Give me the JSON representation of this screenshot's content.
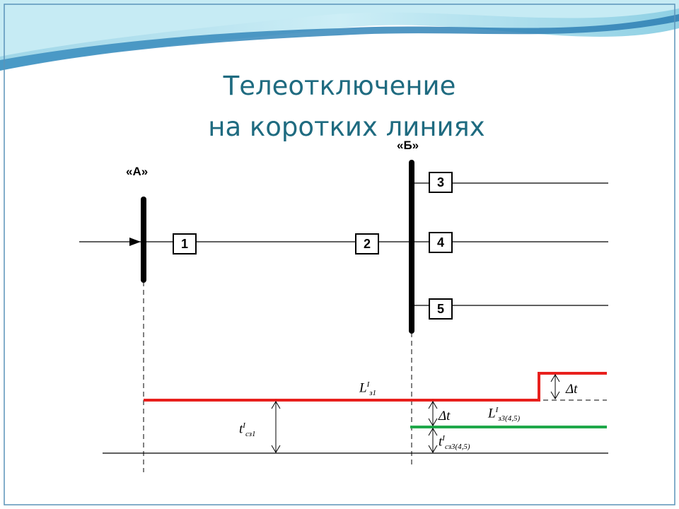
{
  "title": {
    "line1": "Телеотключение",
    "line2": "на коротких линиях"
  },
  "nodes": {
    "a": "«А»",
    "b": "«Б»"
  },
  "relays": [
    "1",
    "2",
    "3",
    "4",
    "5"
  ],
  "labels": {
    "l1_main": "L",
    "l1_sup": "I",
    "l1_sub": "з1",
    "t1_main": "t",
    "t1_sup": "I",
    "t1_sub": "сз1",
    "l3_main": "L",
    "l3_sup": "I",
    "l3_sub": "з3(4,5)",
    "t3_main": "t",
    "t3_sup": "I",
    "t3_sub": "сз3(4,5)",
    "dt_upper": "Δt",
    "dt_lower": "Δt"
  },
  "colors": {
    "title": "#1f6b80",
    "red_line": "#e8201d",
    "green_line": "#1fa84a",
    "frame": "#5a93b9"
  }
}
